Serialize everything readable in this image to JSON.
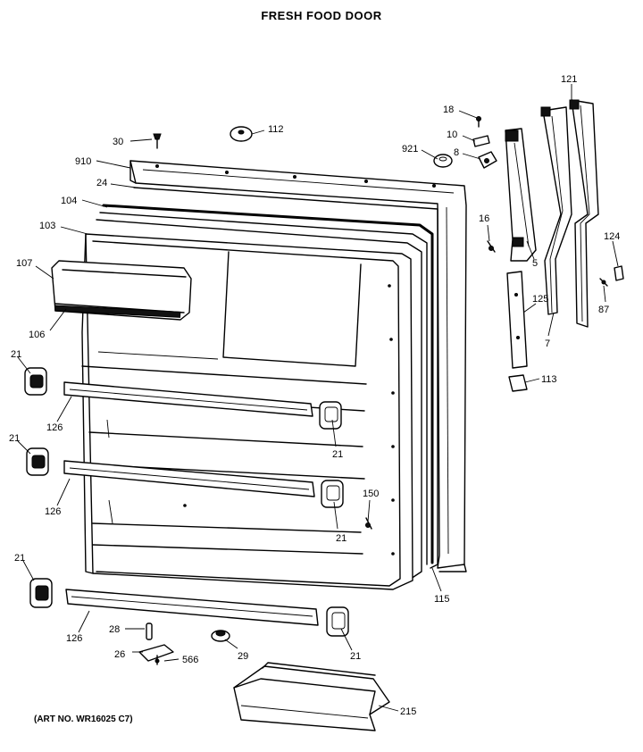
{
  "title": "FRESH FOOD DOOR",
  "art_number": "(ART NO. WR16025 C7)",
  "callouts": {
    "c30": "30",
    "c112": "112",
    "c910": "910",
    "c24": "24",
    "c104": "104",
    "c103": "103",
    "c107": "107",
    "c106": "106",
    "c21a": "21",
    "c126a": "126",
    "c21b": "21",
    "c126b": "126",
    "c21c": "21",
    "c126c": "126",
    "c21d": "21",
    "c21e": "21",
    "c21f": "21",
    "c150": "150",
    "c115": "115",
    "c28": "28",
    "c26": "26",
    "c566": "566",
    "c29": "29",
    "c215": "215",
    "c18": "18",
    "c10": "10",
    "c8": "8",
    "c921": "921",
    "c16": "16",
    "c5": "5",
    "c121": "121",
    "c124": "124",
    "c87": "87",
    "c125": "125",
    "c7": "7",
    "c113": "113"
  }
}
